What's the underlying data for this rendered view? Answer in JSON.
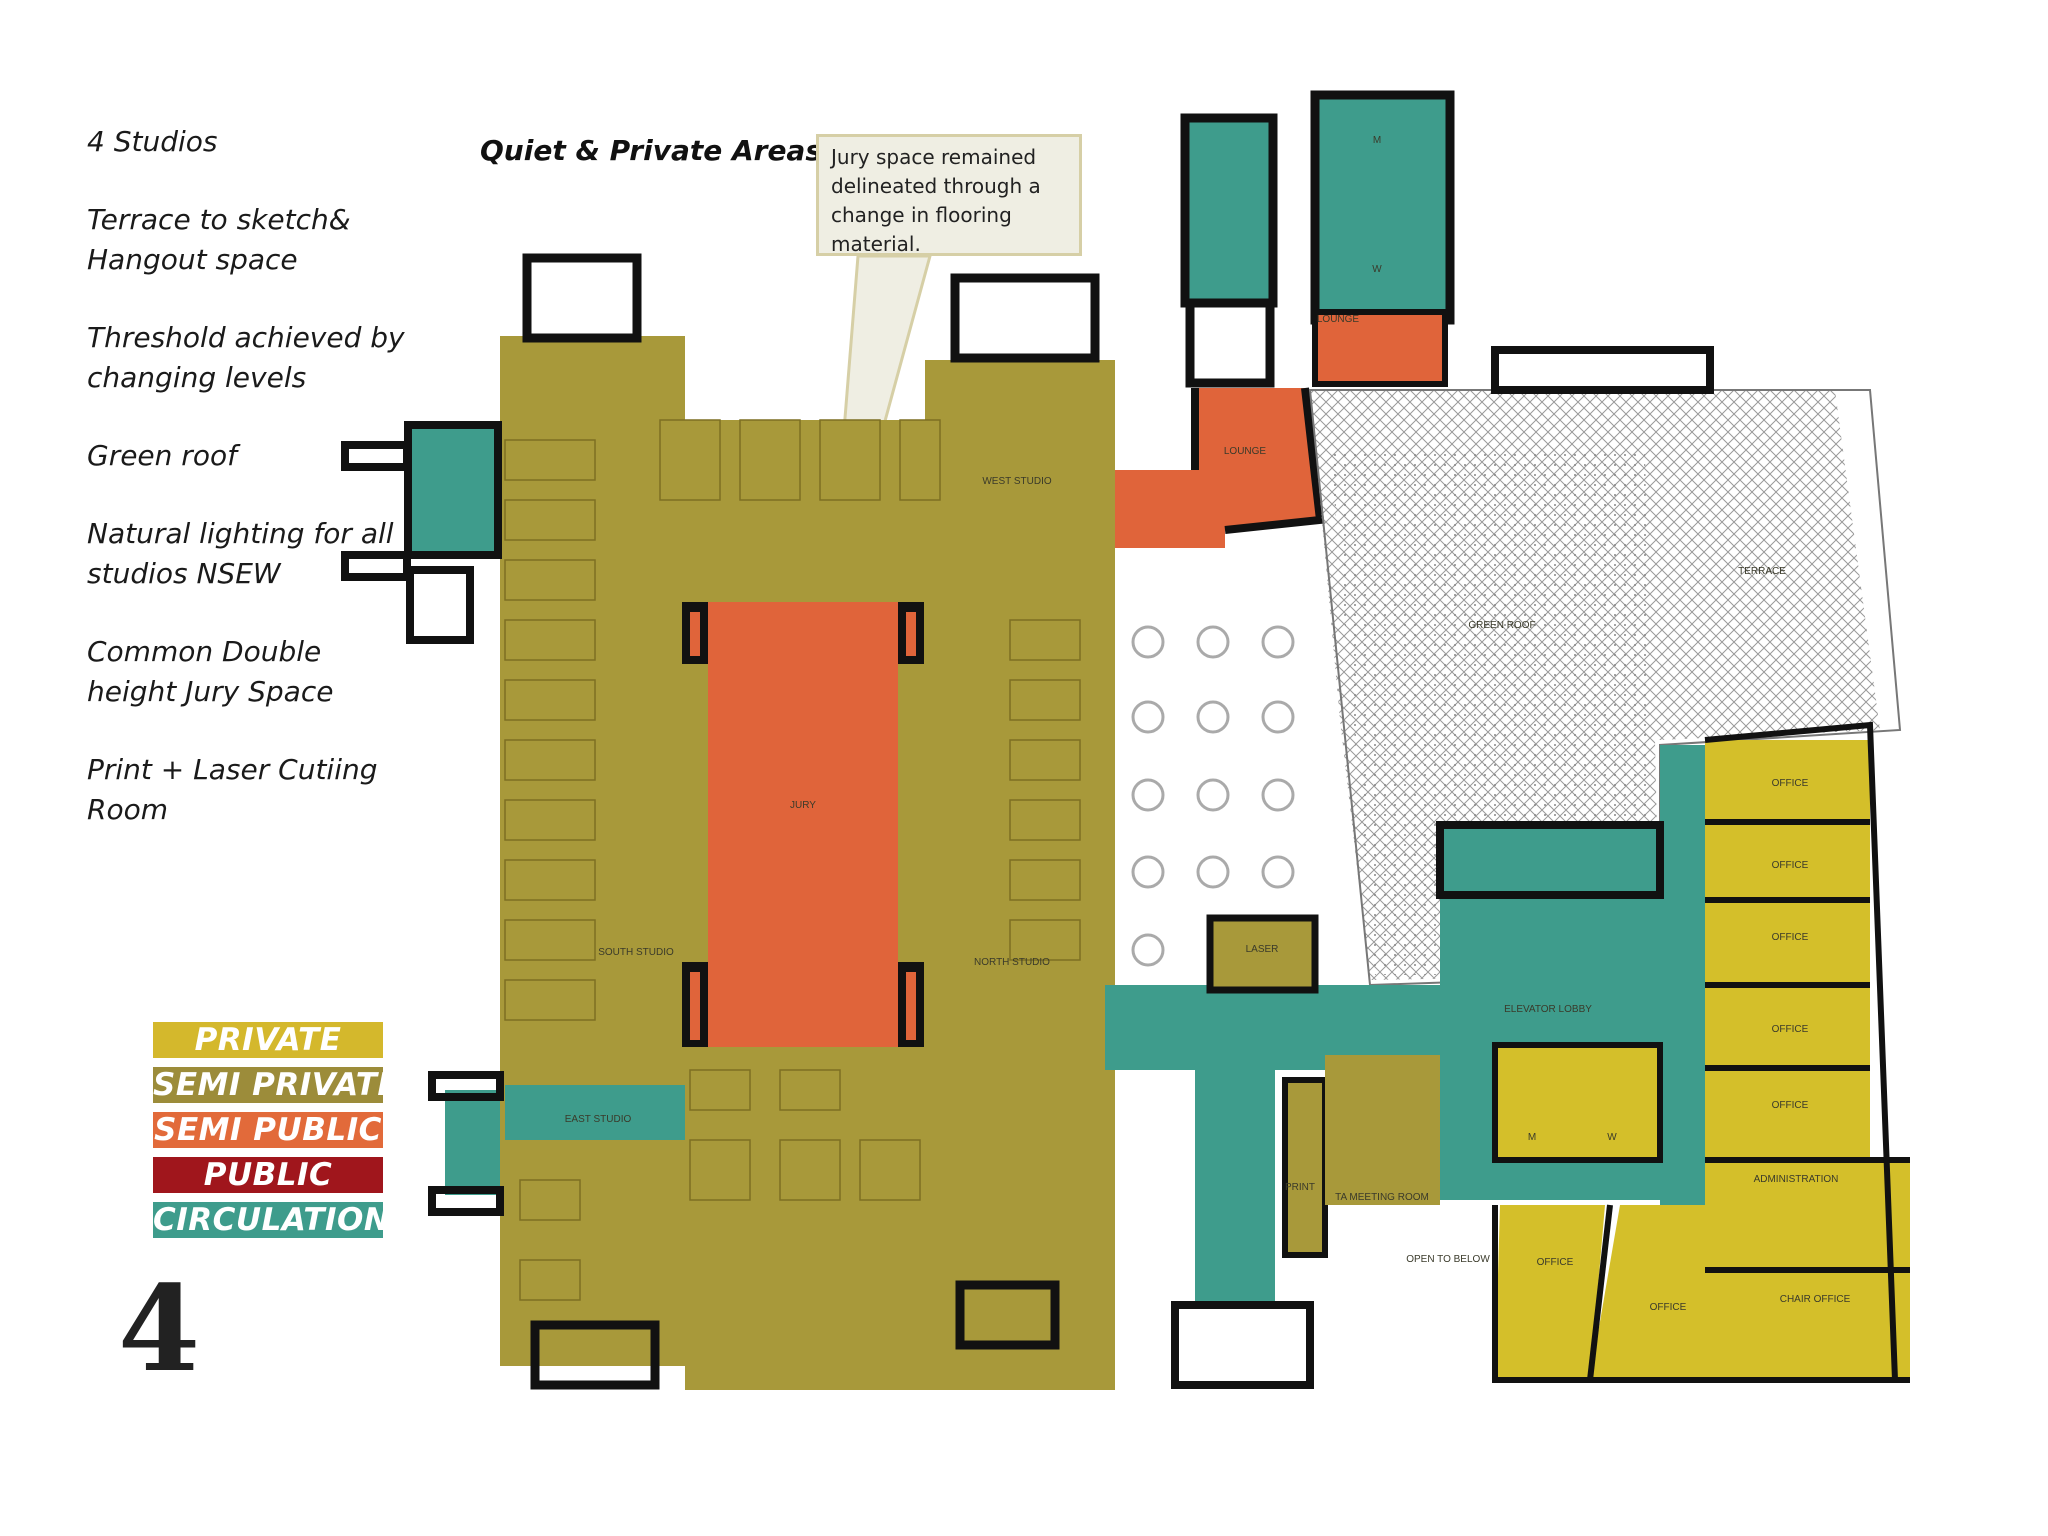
{
  "notes": [
    "4 Studios",
    "Terrace to sketch& Hangout space",
    "Threshold achieved by changing levels",
    "Green roof",
    "Natural lighting for all studios NSEW",
    "Common Double height Jury Space",
    "Print + Laser Cutiing Room"
  ],
  "heading": "Quiet & Private Areas",
  "callout": "Jury space remained delineated through a change in flooring material.",
  "legend": [
    {
      "label": "PRIVATE",
      "color": "#d4b82c"
    },
    {
      "label": "SEMI PRIVATE",
      "color": "#9c8c3a"
    },
    {
      "label": "SEMI PUBLIC",
      "color": "#e26a3a"
    },
    {
      "label": "PUBLIC",
      "color": "#a0161c"
    },
    {
      "label": "CIRCULATION",
      "color": "#3e9c8c"
    }
  ],
  "page_number": "4",
  "colors": {
    "private": "#d4bf2a",
    "semi_private": "#a8993a",
    "semi_public": "#e0643a",
    "circulation": "#3e9c8c",
    "wall": "#111111"
  },
  "rooms": {
    "jury": "JURY",
    "south_studio": "SOUTH STUDIO",
    "north_studio": "NORTH STUDIO",
    "west_studio": "WEST STUDIO",
    "east_studio": "EAST STUDIO",
    "lounge_upper": "LOUNGE",
    "lounge": "LOUNGE",
    "green_roof": "GREEN ROOF",
    "terrace": "TERRACE",
    "laser": "LASER",
    "elevator_lobby": "ELEVATOR LOBBY",
    "print": "PRINT",
    "ta_meeting": "TA MEETING ROOM",
    "open_below": "OPEN TO BELOW",
    "office_1": "OFFICE",
    "office_2": "OFFICE",
    "office_3": "OFFICE",
    "office_4": "OFFICE",
    "office_5": "OFFICE",
    "administration": "ADMINISTRATION",
    "chair_office": "CHAIR OFFICE",
    "office_6": "OFFICE",
    "office_7": "OFFICE",
    "wc_m": "M",
    "wc_w": "W",
    "wc_m_upper": "M",
    "wc_w_upper": "W"
  }
}
